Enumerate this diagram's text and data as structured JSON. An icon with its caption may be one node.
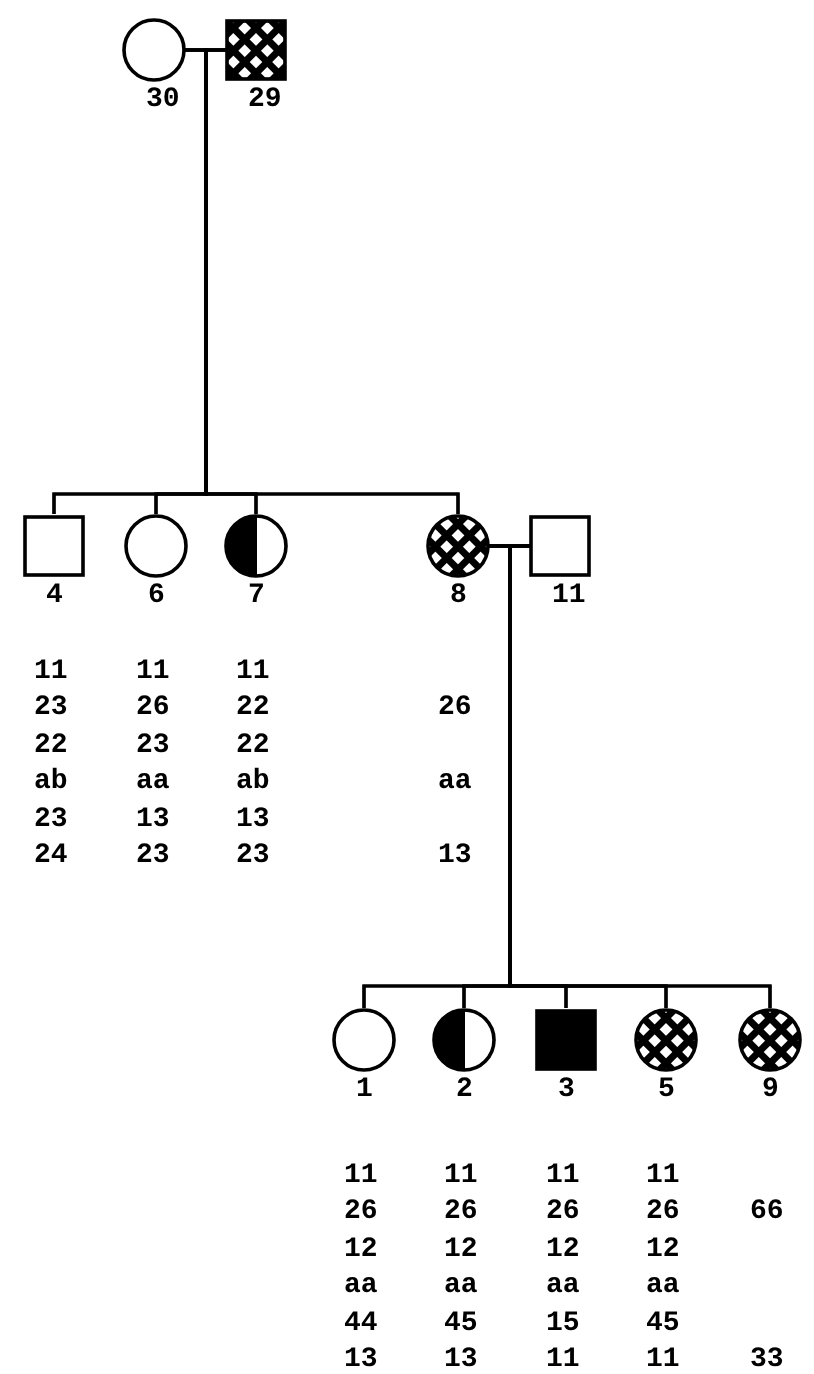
{
  "diagram": {
    "nodes": [
      {
        "text": [
          "30"
        ]
      },
      {
        "text": [
          "29"
        ]
      },
      {
        "text": [
          "4"
        ],
        "beside": [
          "11",
          "23",
          "22",
          "ab",
          "23",
          "24"
        ]
      },
      {
        "text": [
          "6"
        ],
        "beside": [
          "11",
          "26",
          "23",
          "aa",
          "13",
          "23"
        ]
      },
      {
        "text": [
          "7"
        ],
        "beside": [
          "11",
          "22",
          "22",
          "ab",
          "13",
          "23"
        ]
      },
      {
        "text": [
          "8"
        ],
        "beside": [
          "26",
          "aa",
          "13"
        ]
      },
      {
        "text": [
          "11"
        ]
      },
      {
        "text": [
          "1"
        ],
        "beside": [
          "11",
          "26",
          "12",
          "aa",
          "44",
          "13"
        ]
      },
      {
        "text": [
          "2"
        ],
        "beside": [
          "11",
          "26",
          "12",
          "aa",
          "45",
          "13"
        ]
      },
      {
        "text": [
          "3"
        ],
        "beside": [
          "11",
          "26",
          "12",
          "aa",
          "15",
          "11"
        ]
      },
      {
        "text": [
          "5"
        ],
        "beside": [
          "11",
          "26",
          "12",
          "aa",
          "45",
          "11"
        ]
      },
      {
        "text": [
          "9"
        ]
      }
    ],
    "labels": [
      "66",
      "33"
    ],
    "edges": [
      {
        "from": 0,
        "to": 1,
        "arrow": "none"
      },
      {
        "from": 0,
        "to": 2,
        "arrow": "none"
      },
      {
        "from": 0,
        "to": 3,
        "arrow": "none"
      },
      {
        "from": 0,
        "to": 4,
        "arrow": "none"
      },
      {
        "from": 0,
        "to": 5,
        "arrow": "none"
      },
      {
        "from": 1,
        "to": 2,
        "arrow": "none"
      },
      {
        "from": 1,
        "to": 3,
        "arrow": "none"
      },
      {
        "from": 1,
        "to": 4,
        "arrow": "none"
      },
      {
        "from": 1,
        "to": 5,
        "arrow": "none"
      },
      {
        "from": 5,
        "to": 6,
        "arrow": "none"
      },
      {
        "from": 5,
        "to": 7,
        "arrow": "none"
      },
      {
        "from": 5,
        "to": 8,
        "arrow": "none"
      },
      {
        "from": 5,
        "to": 9,
        "arrow": "none"
      },
      {
        "from": 5,
        "to": 10,
        "arrow": "none"
      },
      {
        "from": 5,
        "to": 11,
        "arrow": "none"
      },
      {
        "from": 6,
        "to": 7,
        "arrow": "none"
      },
      {
        "from": 6,
        "to": 8,
        "arrow": "none"
      },
      {
        "from": 6,
        "to": 9,
        "arrow": "none"
      },
      {
        "from": 6,
        "to": 10,
        "arrow": "none"
      },
      {
        "from": 6,
        "to": 11,
        "arrow": "none"
      }
    ]
  }
}
